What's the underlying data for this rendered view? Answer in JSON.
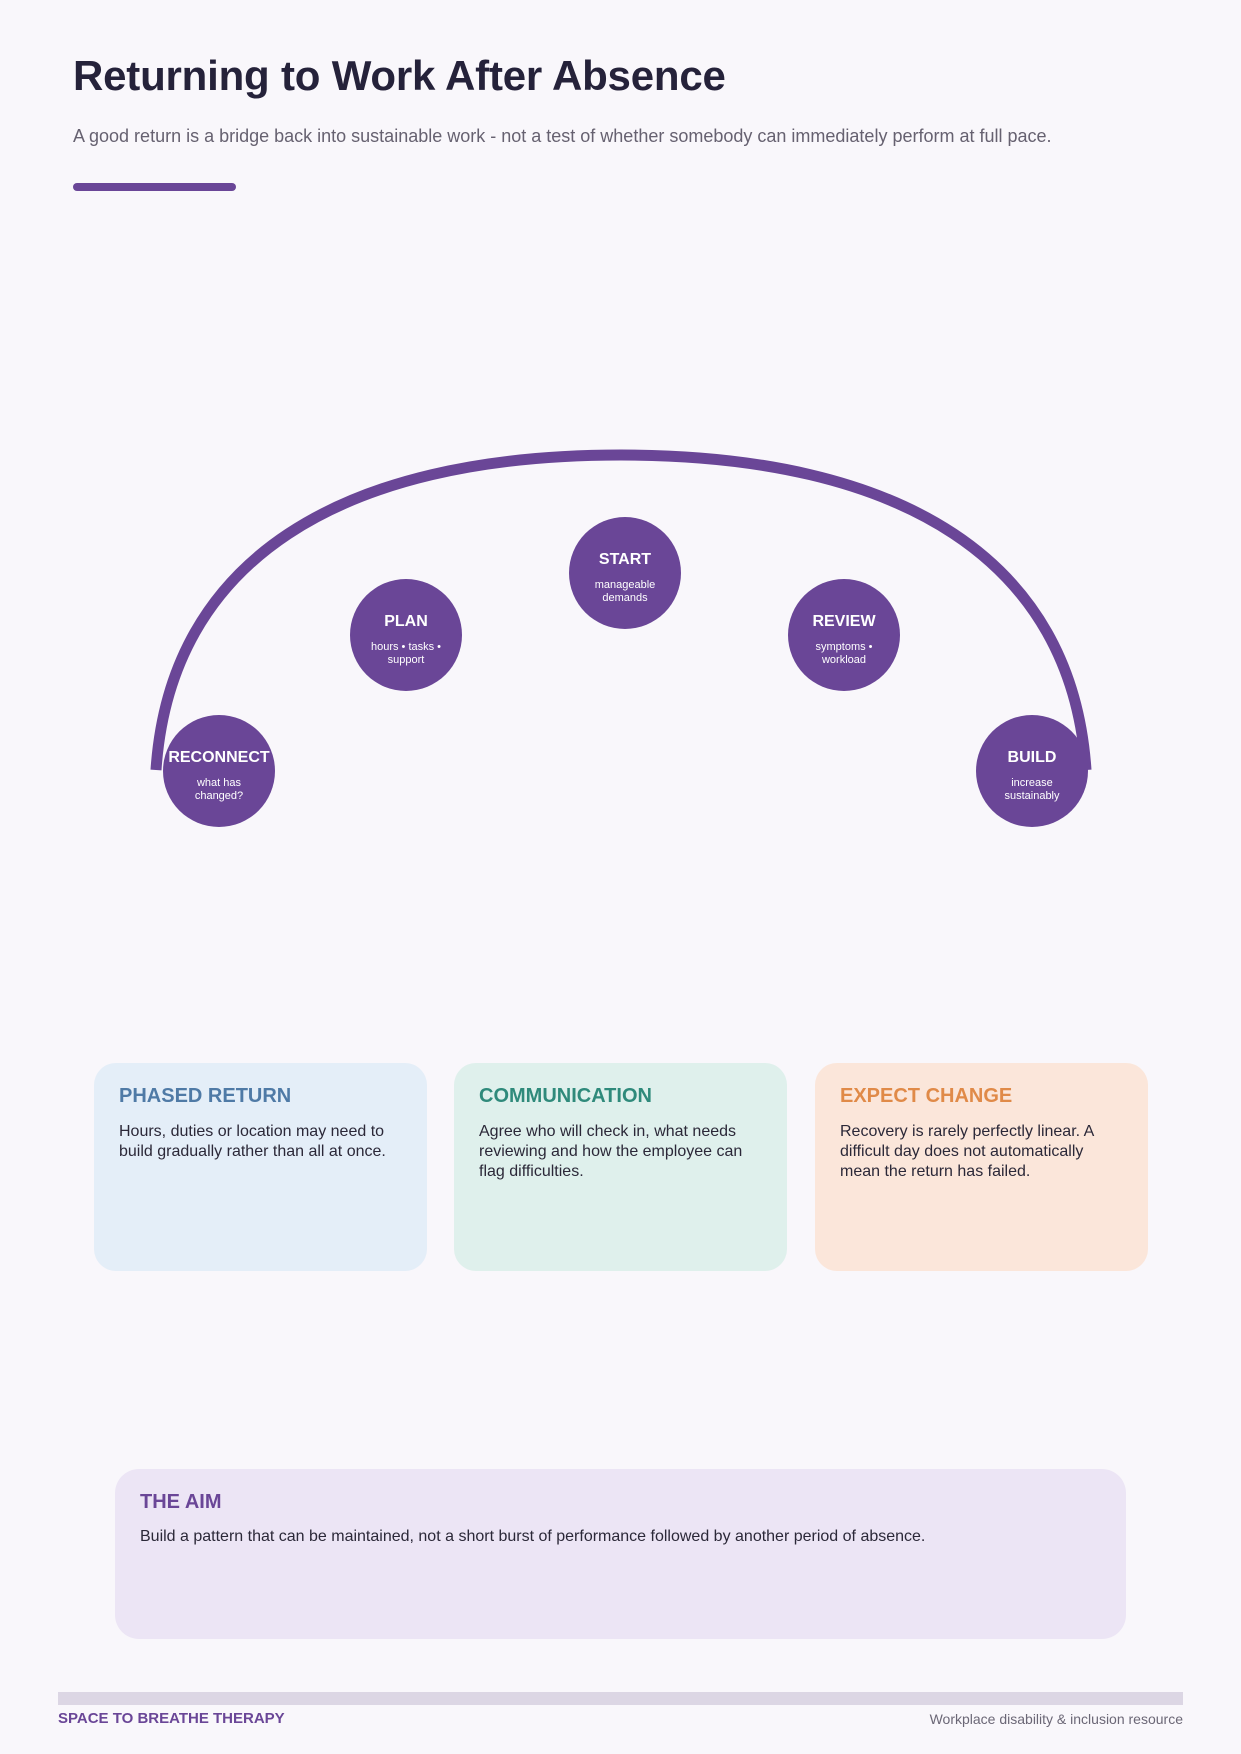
{
  "header": {
    "title": "Returning to Work After Absence",
    "subtitle": "A good return is a bridge back into sustainable work - not a test of whether somebody can immediately perform at full pace."
  },
  "bridge": {
    "steps": [
      {
        "title": "RECONNECT",
        "subtitle": "what has changed?"
      },
      {
        "title": "PLAN",
        "subtitle": "hours • tasks • support"
      },
      {
        "title": "START",
        "subtitle": "manageable demands"
      },
      {
        "title": "REVIEW",
        "subtitle": "symptoms • workload"
      },
      {
        "title": "BUILD",
        "subtitle": "increase sustainably"
      }
    ]
  },
  "cards": [
    {
      "title": "PHASED RETURN",
      "text": "Hours, duties or location may need to build gradually rather than all at once."
    },
    {
      "title": "COMMUNICATION",
      "text": "Agree who will check in, what needs reviewing and how the employee can flag difficulties."
    },
    {
      "title": "EXPECT CHANGE",
      "text": "Recovery is rarely perfectly linear. A difficult day does not automatically mean the return has failed."
    }
  ],
  "aim": {
    "title": "THE AIM",
    "text": "Build a pattern that can be maintained, not a short burst of performance followed by another period of absence."
  },
  "footer": {
    "brand": "SPACE TO BREATHE THERAPY",
    "note": "Workplace disability & inclusion resource"
  },
  "colors": {
    "accent": "#6a4697",
    "phased": "#4f7aa6",
    "communication": "#2f8a7b",
    "expect_change": "#e08a48"
  }
}
